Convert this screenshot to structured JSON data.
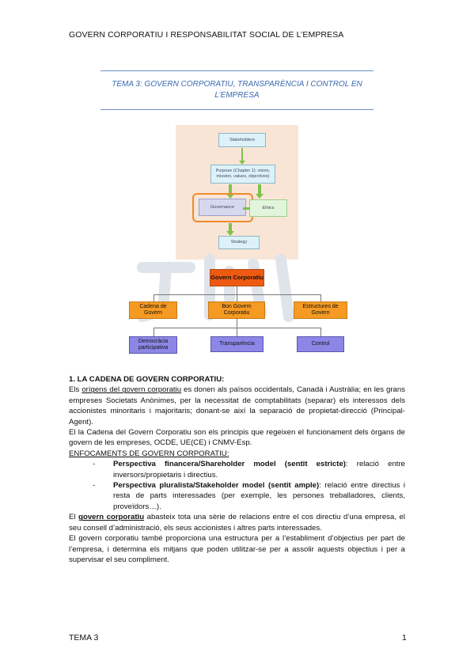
{
  "header": {
    "running_title": "GOVERN CORPORATIU I RESPONSABILITAT SOCIAL DE L’EMPRESA"
  },
  "topic": {
    "title": "TEMA 3: GOVERN CORPORATIU, TRANSPARÈNCIA I CONTROL EN L’EMPRESA"
  },
  "purpose_diagram": {
    "stakeholders": "Stakeholders",
    "purpose": "Purpose (Chapter 1): vision, mission, values, objectives)",
    "governance": "Governance",
    "ethics": "Ethics",
    "strategy": "Strategy"
  },
  "tree": {
    "root": "Govern Corporatiu",
    "level1": [
      "Cadena de Govern",
      "Bon Govern Corporatiu",
      "Estructures de Govern"
    ],
    "level2": [
      "Democràcia participativa",
      "Transparència",
      "Control"
    ]
  },
  "section1": {
    "heading": "1. LA CADENA DE GOVERN CORPORATIU:",
    "p1_pre": "Els ",
    "p1_link": "orígens del govern corporatiu",
    "p1_post": " es donen als països occidentals, Canadà i Austràlia; en les grans empreses Societats Anònimes, per la necessitat de comptabilitats (separar) els interessos dels accionistes minoritaris i majoritaris; donant-se així la separació de propietat-direcció (Principal-Agent).",
    "p2": "El la Cadena del Govern Corporatiu son els principis que regeixen el funcionament dels òrgans de govern de les empreses, OCDE, UE(CE) i CNMV-Esp.",
    "approaches_heading": "ENFOCAMENTS DE GOVERN CORPORATIU:",
    "bullets": [
      {
        "dash": "-",
        "bold": "Perspectiva financera/Shareholder model (sentit estricte)",
        "text": ": relació entre inversors/propietaris i directius."
      },
      {
        "dash": "-",
        "bold": "Perspectiva pluralista/Stakeholder model (sentit ample)",
        "text": ": relació entre directius i resta de parts interessades (per exemple, les persones treballadores, clients, proveïdors…)."
      }
    ],
    "p3_pre": "El ",
    "p3_link": "govern corporatiu",
    "p3_post": " abasteix tota una sèrie de relacions entre el cos directiu d’una empresa, el seu consell d’administració, els seus accionistes i altres parts interessades.",
    "p4": "El govern corporatiu també proporciona una estructura per a l’establiment d’objectius per part de l’empresa, i determina els mitjans que poden utilitzar-se per a assolir aquests objectius i per a supervisar el seu compliment."
  },
  "footer": {
    "left": "TEMA 3",
    "page_number": "1"
  },
  "colors": {
    "title_blue": "#3a6ab0",
    "root_orange": "#ee5a12",
    "node_orange": "#f59a22",
    "node_purple": "#8c87e6",
    "ring_orange": "#ef8b2c",
    "arrow_green": "#7ec24a"
  }
}
